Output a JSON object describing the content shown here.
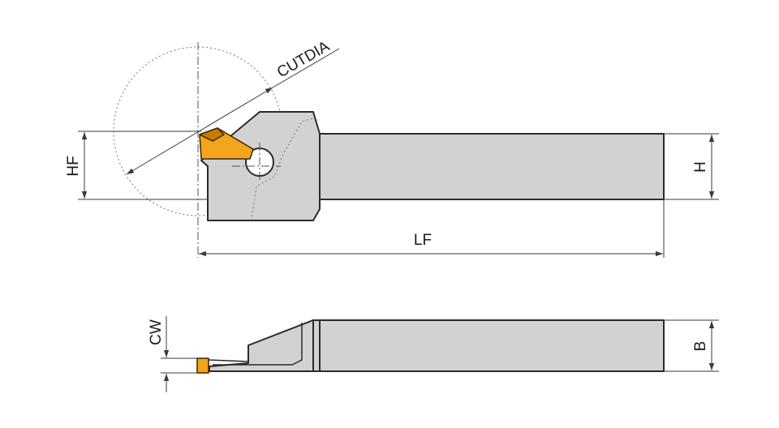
{
  "labels": {
    "cutdia": "CUTDIA",
    "hf": "HF",
    "h": "H",
    "lf": "LF",
    "cw": "CW",
    "b": "B"
  },
  "colors": {
    "insert": "#f4a51c",
    "insert_dark": "#c97a00",
    "body": "#d2d2d2",
    "outline": "#2b2b2b"
  }
}
